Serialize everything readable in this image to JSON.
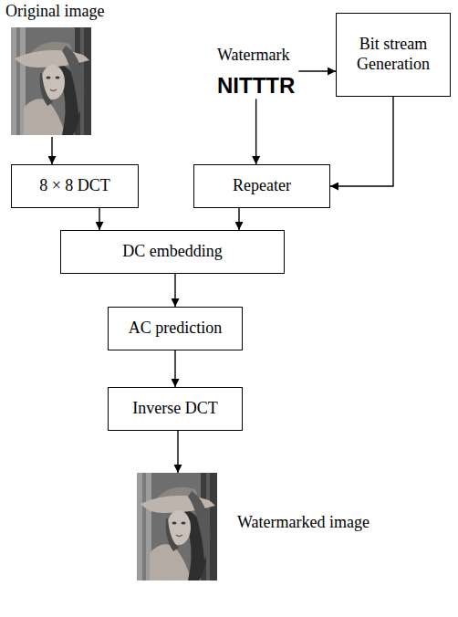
{
  "diagram": {
    "nodes": [
      {
        "text": [
          "Original image"
        ]
      },
      {
        "text": [
          "Watermark",
          "NITTTR"
        ]
      },
      {
        "text": [
          "Bit stream Generation"
        ]
      },
      {
        "text": [
          "8 × 8 DCT"
        ]
      },
      {
        "text": [
          "Repeater"
        ]
      },
      {
        "text": [
          "DC embedding"
        ]
      },
      {
        "text": [
          "AC prediction"
        ]
      },
      {
        "text": [
          "Inverse DCT"
        ]
      },
      {
        "text": [
          "Watermarked image"
        ]
      }
    ],
    "edges": [
      {
        "from": 0,
        "to": 3,
        "arrow": "to"
      },
      {
        "from": 1,
        "to": 2,
        "arrow": "to"
      },
      {
        "from": 1,
        "to": 4,
        "arrow": "to"
      },
      {
        "from": 2,
        "to": 4,
        "arrow": "to"
      },
      {
        "from": 3,
        "to": 5,
        "arrow": "to"
      },
      {
        "from": 4,
        "to": 5,
        "arrow": "to"
      },
      {
        "from": 5,
        "to": 6,
        "arrow": "to"
      },
      {
        "from": 6,
        "to": 7,
        "arrow": "to"
      },
      {
        "from": 7,
        "to": 8,
        "arrow": "to"
      }
    ]
  }
}
